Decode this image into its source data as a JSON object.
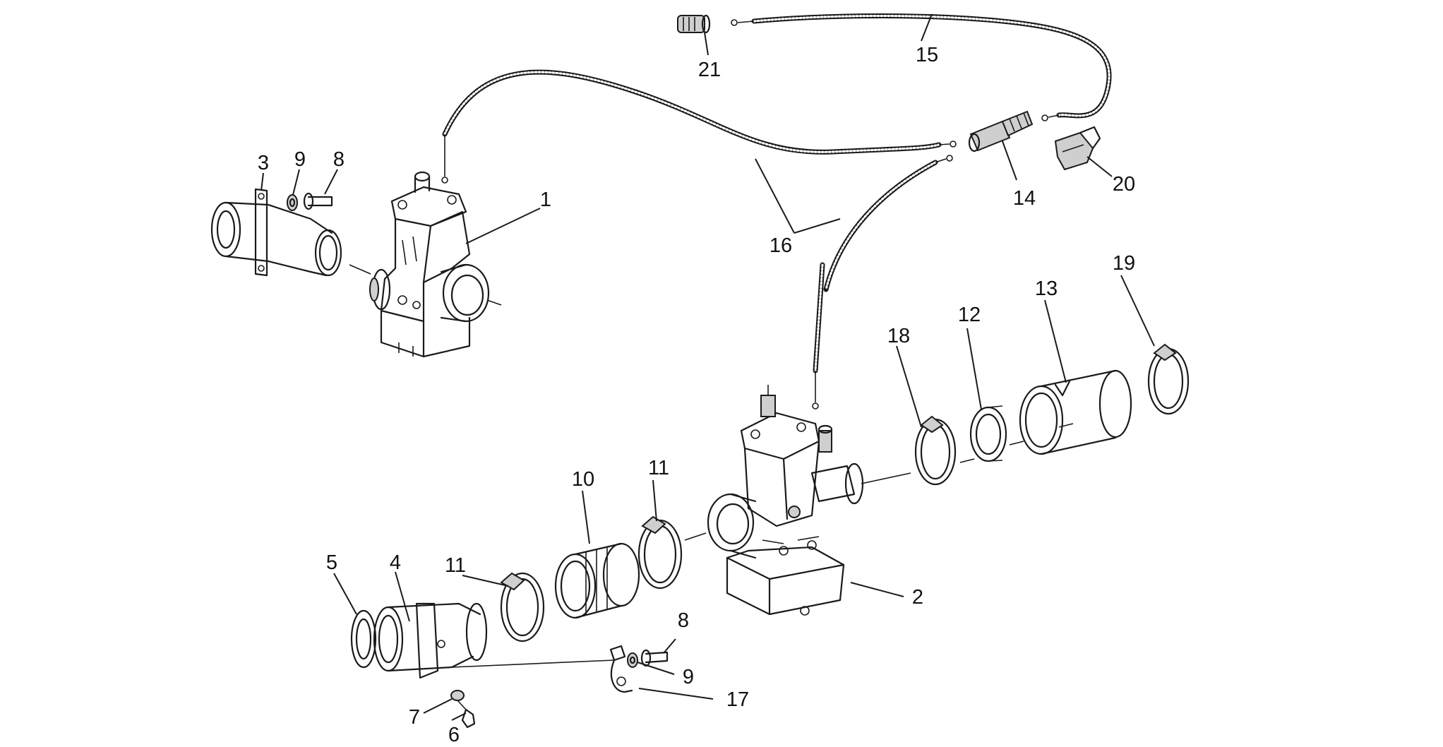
{
  "callouts": [
    {
      "id": "1",
      "text": "1"
    },
    {
      "id": "2",
      "text": "2"
    },
    {
      "id": "3",
      "text": "3"
    },
    {
      "id": "4",
      "text": "4"
    },
    {
      "id": "5",
      "text": "5"
    },
    {
      "id": "6",
      "text": "6"
    },
    {
      "id": "7",
      "text": "7"
    },
    {
      "id": "8a",
      "text": "8"
    },
    {
      "id": "8b",
      "text": "8"
    },
    {
      "id": "9a",
      "text": "9"
    },
    {
      "id": "9b",
      "text": "9"
    },
    {
      "id": "10",
      "text": "10"
    },
    {
      "id": "11a",
      "text": "11"
    },
    {
      "id": "11b",
      "text": "11"
    },
    {
      "id": "12",
      "text": "12"
    },
    {
      "id": "13",
      "text": "13"
    },
    {
      "id": "14",
      "text": "14"
    },
    {
      "id": "15",
      "text": "15"
    },
    {
      "id": "16",
      "text": "16"
    },
    {
      "id": "17",
      "text": "17"
    },
    {
      "id": "18",
      "text": "18"
    },
    {
      "id": "19",
      "text": "19"
    },
    {
      "id": "20",
      "text": "20"
    },
    {
      "id": "21",
      "text": "21"
    }
  ]
}
